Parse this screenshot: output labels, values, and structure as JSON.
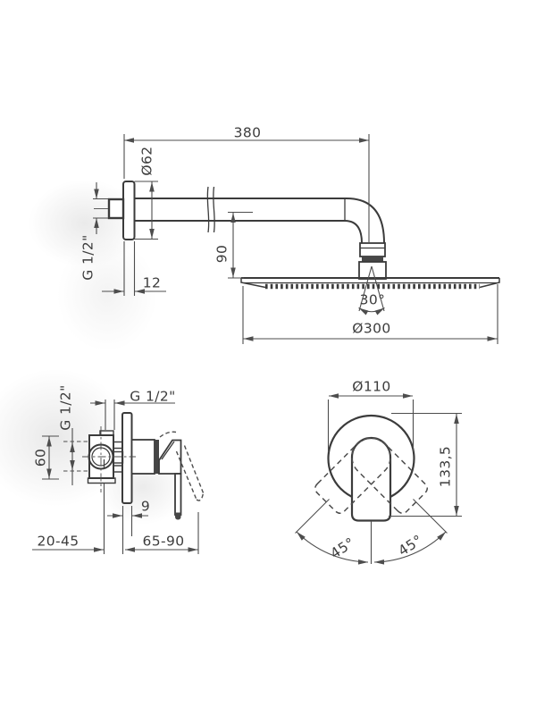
{
  "colors": {
    "line": "#3b3b3b",
    "dim": "#4d4d4d",
    "text": "#3d3d3d",
    "background": "#ffffff"
  },
  "views": {
    "shower_arm_side": {
      "dims": {
        "arm_length": "380",
        "flange_diameter": "Ø62",
        "wall_thread": "G 1/2\"",
        "flange_depth": "12",
        "head_drop": "90",
        "spray_angle": "30°",
        "head_diameter": "Ø300"
      }
    },
    "mixer_valve_side": {
      "dims": {
        "top_thread": "G 1/2\"",
        "side_thread": "G 1/2\"",
        "body_height": "60",
        "plate_offset": "9",
        "mounting_depth_range": "20-45",
        "handle_projection_range": "65-90"
      }
    },
    "mixer_valve_front": {
      "dims": {
        "rosette_diameter": "Ø110",
        "overall_height": "133,5",
        "handle_swing_left": "45°",
        "handle_swing_right": "45°"
      }
    }
  }
}
